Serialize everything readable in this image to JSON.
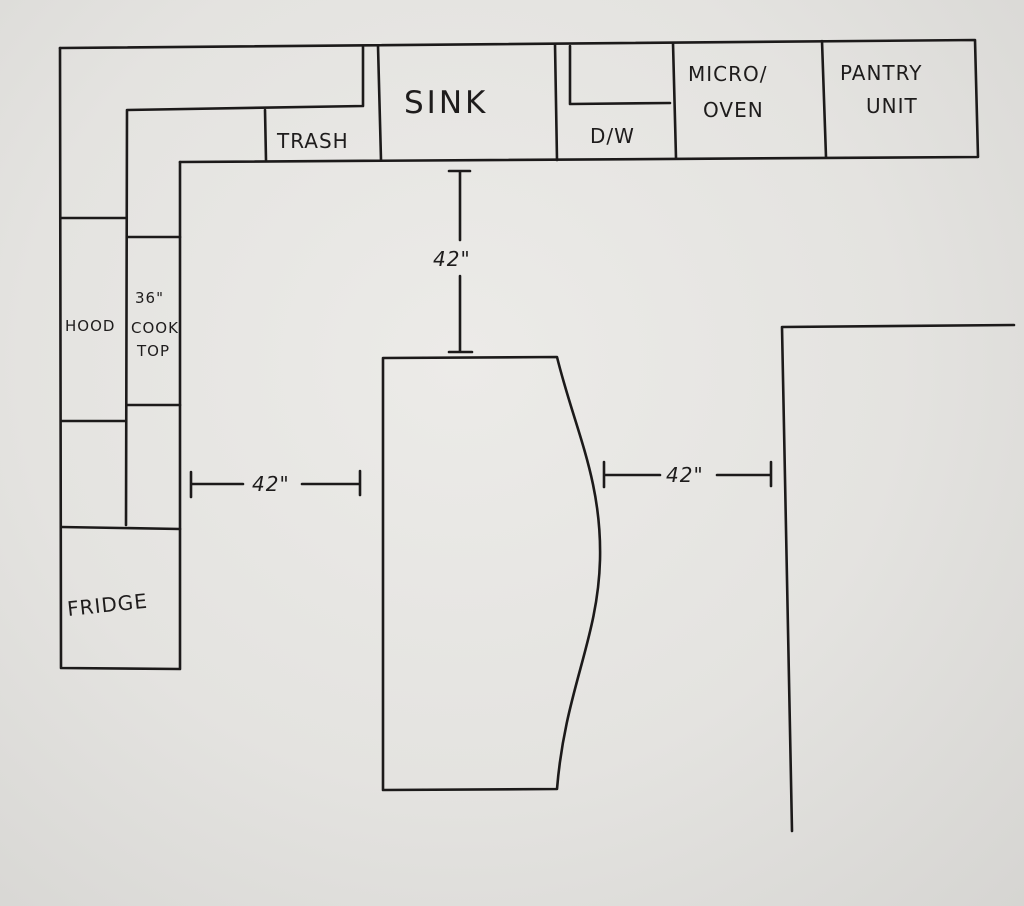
{
  "labels": {
    "sink": "SINK",
    "trash": "TRASH",
    "dishwasher": "D/W",
    "micro_oven_line1": "MICRO/",
    "micro_oven_line2": "OVEN",
    "pantry_line1": "PANTRY",
    "pantry_line2": "UNIT",
    "hood": "HOOD",
    "cooktop_line1": "36\"",
    "cooktop_line2": "COOK",
    "cooktop_line3": "TOP",
    "fridge": "FRIDGE"
  },
  "dimensions": {
    "sink_to_island": "42\"",
    "range_to_island": "42\"",
    "island_to_wall": "42\""
  },
  "colors": {
    "paper": "#e8e7e4",
    "ink": "#1c1a1a"
  }
}
